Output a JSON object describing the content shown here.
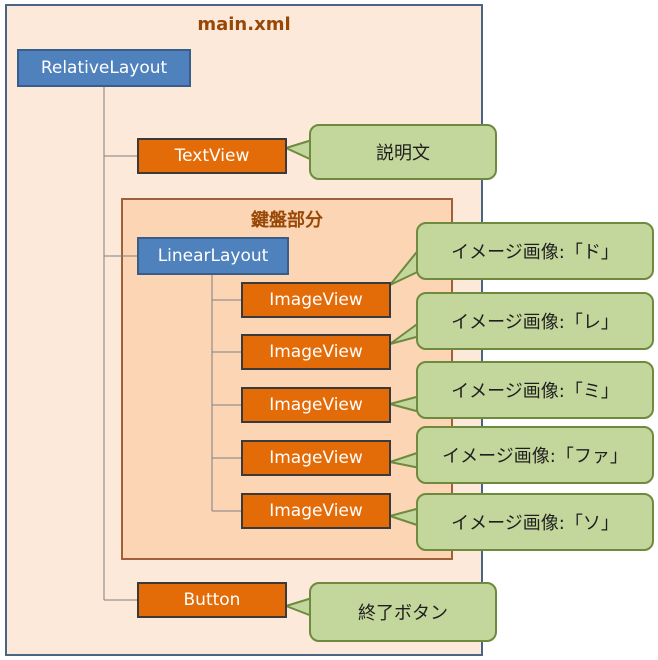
{
  "main_frame": {
    "title": "main.xml"
  },
  "keyboard_frame": {
    "title": "鍵盤部分"
  },
  "nodes": {
    "relative_layout": "RelativeLayout",
    "text_view": "TextView",
    "linear_layout": "LinearLayout",
    "image_views": [
      "ImageView",
      "ImageView",
      "ImageView",
      "ImageView",
      "ImageView"
    ],
    "button": "Button"
  },
  "callouts": {
    "text_view": "説明文",
    "image_views": [
      "イメージ画像:「ド」",
      "イメージ画像:「レ」",
      "イメージ画像:「ミ」",
      "イメージ画像:「ファ」",
      "イメージ画像:「ソ」"
    ],
    "button": "終了ボタン"
  },
  "colors": {
    "frame_fill": "#fde9d9",
    "inner_frame_fill": "#fcd5b4",
    "layout_node": "#4f81bd",
    "view_node": "#e36c09",
    "callout_fill": "#c3d69b"
  }
}
